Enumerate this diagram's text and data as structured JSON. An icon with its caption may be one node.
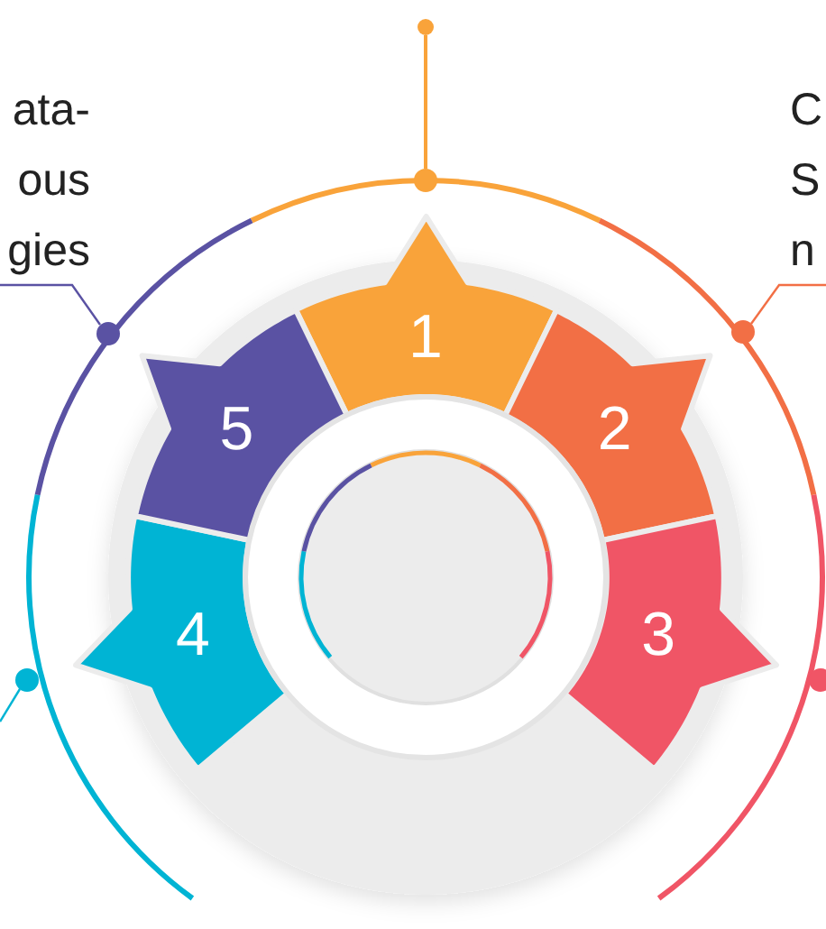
{
  "diagram": {
    "nodes": [
      {
        "text": [
          "1"
        ]
      },
      {
        "text": [
          "2"
        ]
      },
      {
        "text": [
          "3"
        ]
      },
      {
        "text": [
          "4"
        ]
      },
      {
        "text": [
          "5"
        ]
      },
      {
        "text": [
          "ata- ous gies"
        ]
      },
      {
        "text": [
          "C S n"
        ]
      },
      {
        "text": [],
        "shape": "circle"
      },
      {
        "text": [],
        "shape": "circle"
      },
      {
        "text": [],
        "shape": "circle"
      },
      {
        "text": [],
        "shape": "circle"
      },
      {
        "text": [],
        "shape": "circle"
      },
      {
        "text": [],
        "shape": "circle"
      }
    ],
    "edges": [
      {
        "from": 7,
        "to": 8,
        "arrow": "none",
        "color": "#f9a33a"
      },
      {
        "from": 5,
        "to": 12,
        "arrow": "none",
        "color": "#5a52a3"
      },
      {
        "from": 6,
        "to": 9,
        "arrow": "none",
        "color": "#f26f45"
      },
      {
        "from": null,
        "to": 11,
        "arrow": "none",
        "color": "#00b4d4"
      }
    ]
  }
}
